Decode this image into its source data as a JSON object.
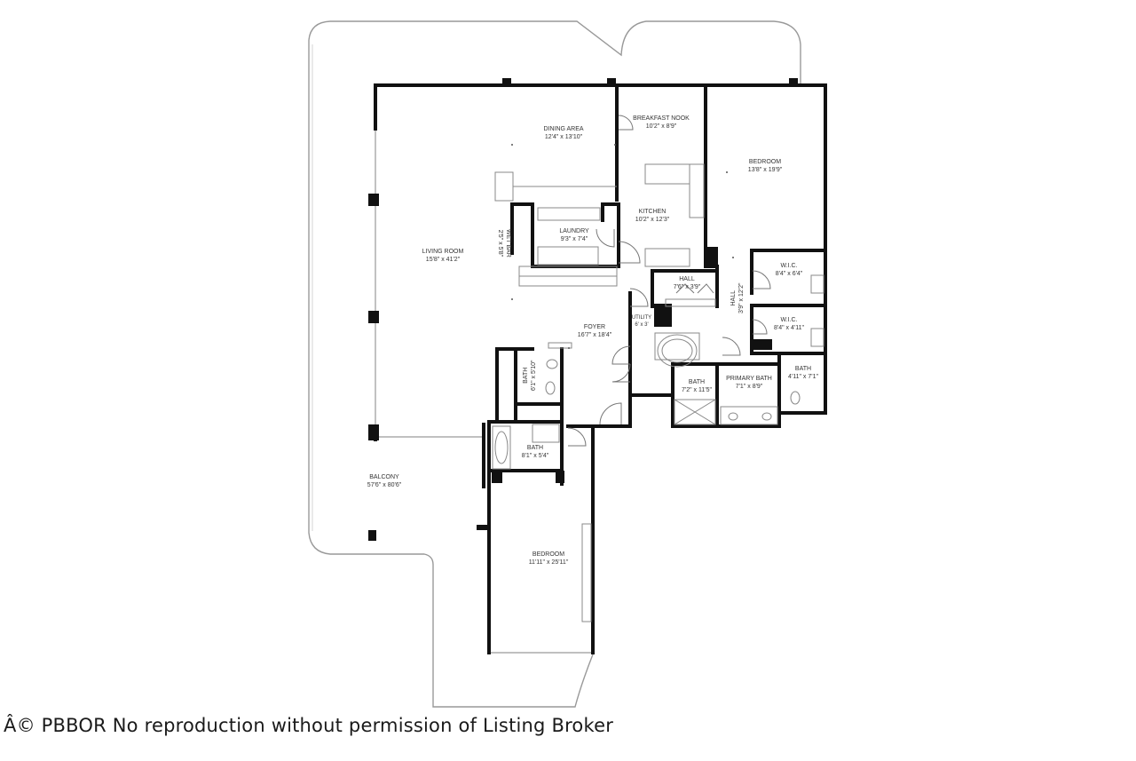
{
  "rooms": [
    {
      "id": "dining-area",
      "name": "DINING AREA",
      "size": "12'4\" x 13'10\""
    },
    {
      "id": "breakfast-nook",
      "name": "BREAKFAST NOOK",
      "size": "10'2\" x 8'9\""
    },
    {
      "id": "bedroom-1",
      "name": "BEDROOM",
      "size": "13'8\" x 19'9\""
    },
    {
      "id": "wet-bar",
      "name": "WET BAR",
      "size": "2'5\" x 5'8\""
    },
    {
      "id": "laundry",
      "name": "LAUNDRY",
      "size": "9'3\" x 7'4\""
    },
    {
      "id": "kitchen",
      "name": "KITCHEN",
      "size": "10'2\" x 12'3\""
    },
    {
      "id": "living-room",
      "name": "LIVING ROOM",
      "size": "15'8\" x 41'2\""
    },
    {
      "id": "wic-1",
      "name": "W.I.C.",
      "size": "8'4\" x 6'4\""
    },
    {
      "id": "hall-1",
      "name": "HALL",
      "size": "7'6\" x 3'9\""
    },
    {
      "id": "hall-2",
      "name": "HALL",
      "size": "3'9\" x 12'2\""
    },
    {
      "id": "wic-2",
      "name": "W.I.C.",
      "size": "8'4\" x 4'11\""
    },
    {
      "id": "utility",
      "name": "UTILITY",
      "size": "6' x 3'"
    },
    {
      "id": "foyer",
      "name": "FOYER",
      "size": "16'7\" x 18'4\""
    },
    {
      "id": "bath-1",
      "name": "BATH",
      "size": "4'11\" x 7'1\""
    },
    {
      "id": "primary-bath",
      "name": "PRIMARY BATH",
      "size": "7'1\" x 8'9\""
    },
    {
      "id": "bath-2",
      "name": "BATH",
      "size": "7'2\" x 11'5\""
    },
    {
      "id": "bath-3",
      "name": "BATH",
      "size": "6'1\" x 5'10\""
    },
    {
      "id": "bath-4",
      "name": "BATH",
      "size": "8'1\" x 5'4\""
    },
    {
      "id": "balcony",
      "name": "BALCONY",
      "size": "57'6\" x 80'6\""
    },
    {
      "id": "bedroom-2",
      "name": "BEDROOM",
      "size": "11'11\" x 25'11\""
    }
  ],
  "watermark": "Â© PBBOR No reproduction without permission of Listing Broker",
  "colors": {
    "wall": "#111111",
    "line": "#888888",
    "background": "#ffffff"
  }
}
